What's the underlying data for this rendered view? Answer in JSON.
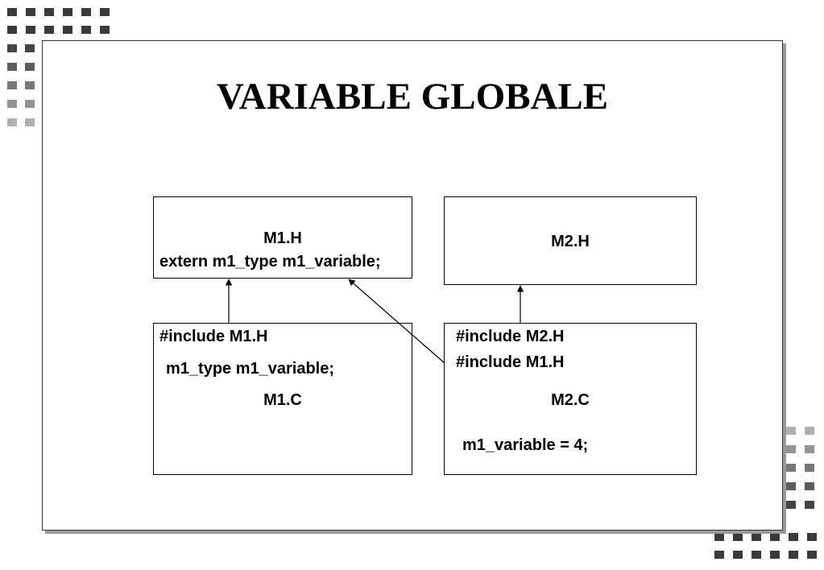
{
  "title": "VARIABLE GLOBALE",
  "colors": {
    "text": "#000000",
    "frame": "#333333",
    "shadow": "#9a9a9a",
    "decor_squares": "#3a3a3a"
  },
  "boxes": {
    "m1h": {
      "name": "M1.H",
      "lines": [
        "extern m1_type m1_variable;"
      ]
    },
    "m2h": {
      "name": "M2.H"
    },
    "m1c": {
      "lines": [
        "#include M1.H",
        "m1_type m1_variable;"
      ],
      "name": "M1.C"
    },
    "m2c": {
      "lines": [
        "#include M2.H",
        "#include M1.H"
      ],
      "name": "M2.C",
      "statement": "m1_variable = 4;"
    }
  }
}
